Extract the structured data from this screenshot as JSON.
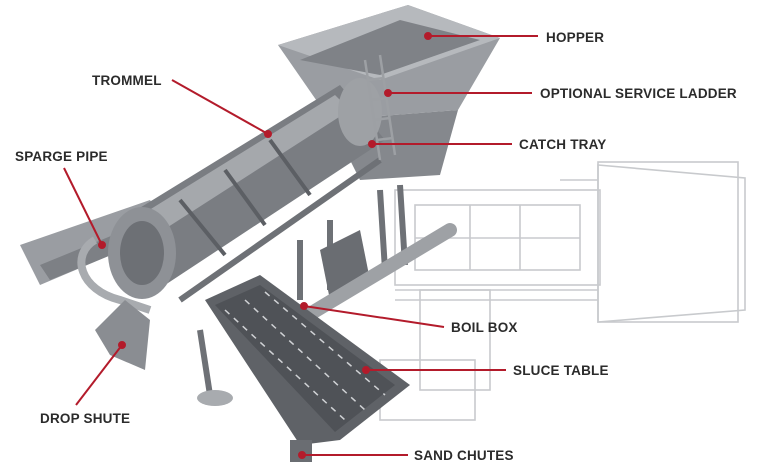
{
  "labels": {
    "hopper": "HOPPER",
    "ladder": "OPTIONAL SERVICE LADDER",
    "catch_tray": "CATCH TRAY",
    "trommel": "TROMMEL",
    "sparge_pipe": "SPARGE PIPE",
    "boil_box": "BOIL BOX",
    "sluce_table": "SLUCE TABLE",
    "drop_shute": "DROP SHUTE",
    "sand_chutes": "SAND CHUTES"
  },
  "colors": {
    "leader": "#b31b2b",
    "machine": "#8e9196",
    "machine_dark": "#5c5f64",
    "machine_light": "#b9bcc0",
    "ghost": "#c8cacd"
  }
}
